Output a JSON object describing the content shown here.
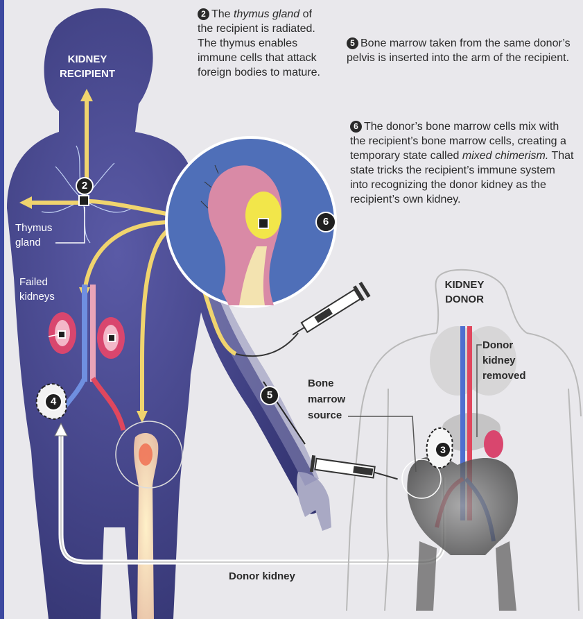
{
  "labels": {
    "kidney_recipient": "KIDNEY RECIPIENT",
    "thymus_gland": "Thymus gland",
    "failed_kidneys": "Failed kidneys",
    "kidney_donor": "KIDNEY DONOR",
    "donor_kidney_removed": "Donor kidney removed",
    "bone_marrow_source": "Bone marrow source",
    "donor_kidney": "Donor kidney"
  },
  "steps": {
    "step2": {
      "number": "2",
      "before": "The ",
      "em": "thymus gland",
      "after": " of the recipient is radiated. The thymus enables immune cells that attack foreign bodies to mature."
    },
    "step5": {
      "number": "5",
      "text": "Bone marrow taken from the same donor’s pelvis is inserted into the arm of the recipient."
    },
    "step6": {
      "number": "6",
      "before": "The donor’s bone marrow cells mix with the recipient’s bone marrow cells, creating a temporary state called ",
      "em": "mixed chimerism.",
      "after": " That state tricks the recipient’s immune system into recognizing the donor kidney as the recipient’s own kidney."
    }
  },
  "callouts": {
    "c2": "2",
    "c3": "3",
    "c4": "4",
    "c5": "5",
    "c6": "6"
  },
  "colors": {
    "recipient_body": "#3c3f82",
    "flow_arrow": "#f0d46e",
    "artery": "#e0475e",
    "vein": "#4f6fd0",
    "donor_outline": "#bdbdbd"
  }
}
